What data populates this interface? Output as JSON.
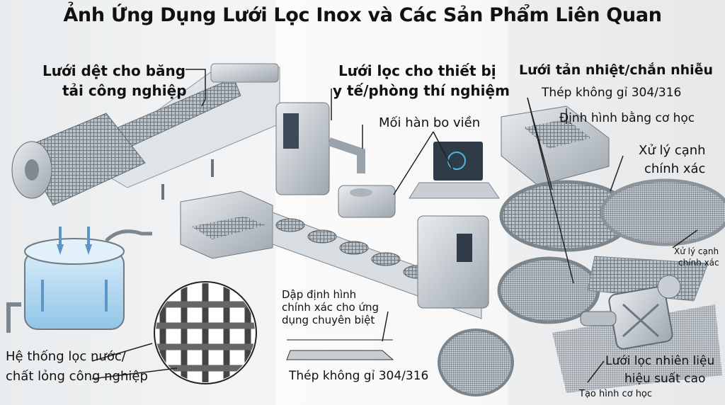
{
  "title": "Ảnh Ứng Dụng Lưới Lọc Inox và Các Sản Phẩm Liên Quan",
  "panels": {
    "conveyor": {
      "heading_line1": "Lưới dệt cho băng",
      "heading_line2": "tải công nghiệp",
      "water_line1": "Hệ thống lọc nước/",
      "water_line2": "chất lỏng công nghiệp"
    },
    "medical": {
      "heading_line1": "Lưới lọc cho thiết bị",
      "heading_line2": "y tế/phòng thí nghiệm",
      "weld": "Mối hàn bo viền",
      "stamp_line1": "Dập định hình",
      "stamp_line2": "chính xác cho ứng",
      "stamp_line3": "dụng chuyên biệt",
      "steel": "Thép không gỉ 304/316"
    },
    "heatsink": {
      "heading": "Lưới tản nhiệt/chắn nhiễu",
      "steel": "Thép không gỉ 304/316",
      "mechanical_shape": "Định hình bằng cơ học",
      "edge_line1": "Xử lý cạnh",
      "edge_line2": "chính xác",
      "edge_small_line1": "Xử lý cạnh",
      "edge_small_line2": "chính xác",
      "fuel_line1": "Lưới lọc nhiên liệu",
      "fuel_line2": "hiệu suất cao",
      "mech_form": "Tạo hình cơ học"
    }
  },
  "colors": {
    "steel": "#9aa3ab",
    "steel_dark": "#5f6a73",
    "water": "#a9d4ee",
    "screen": "#3f8fd1"
  }
}
